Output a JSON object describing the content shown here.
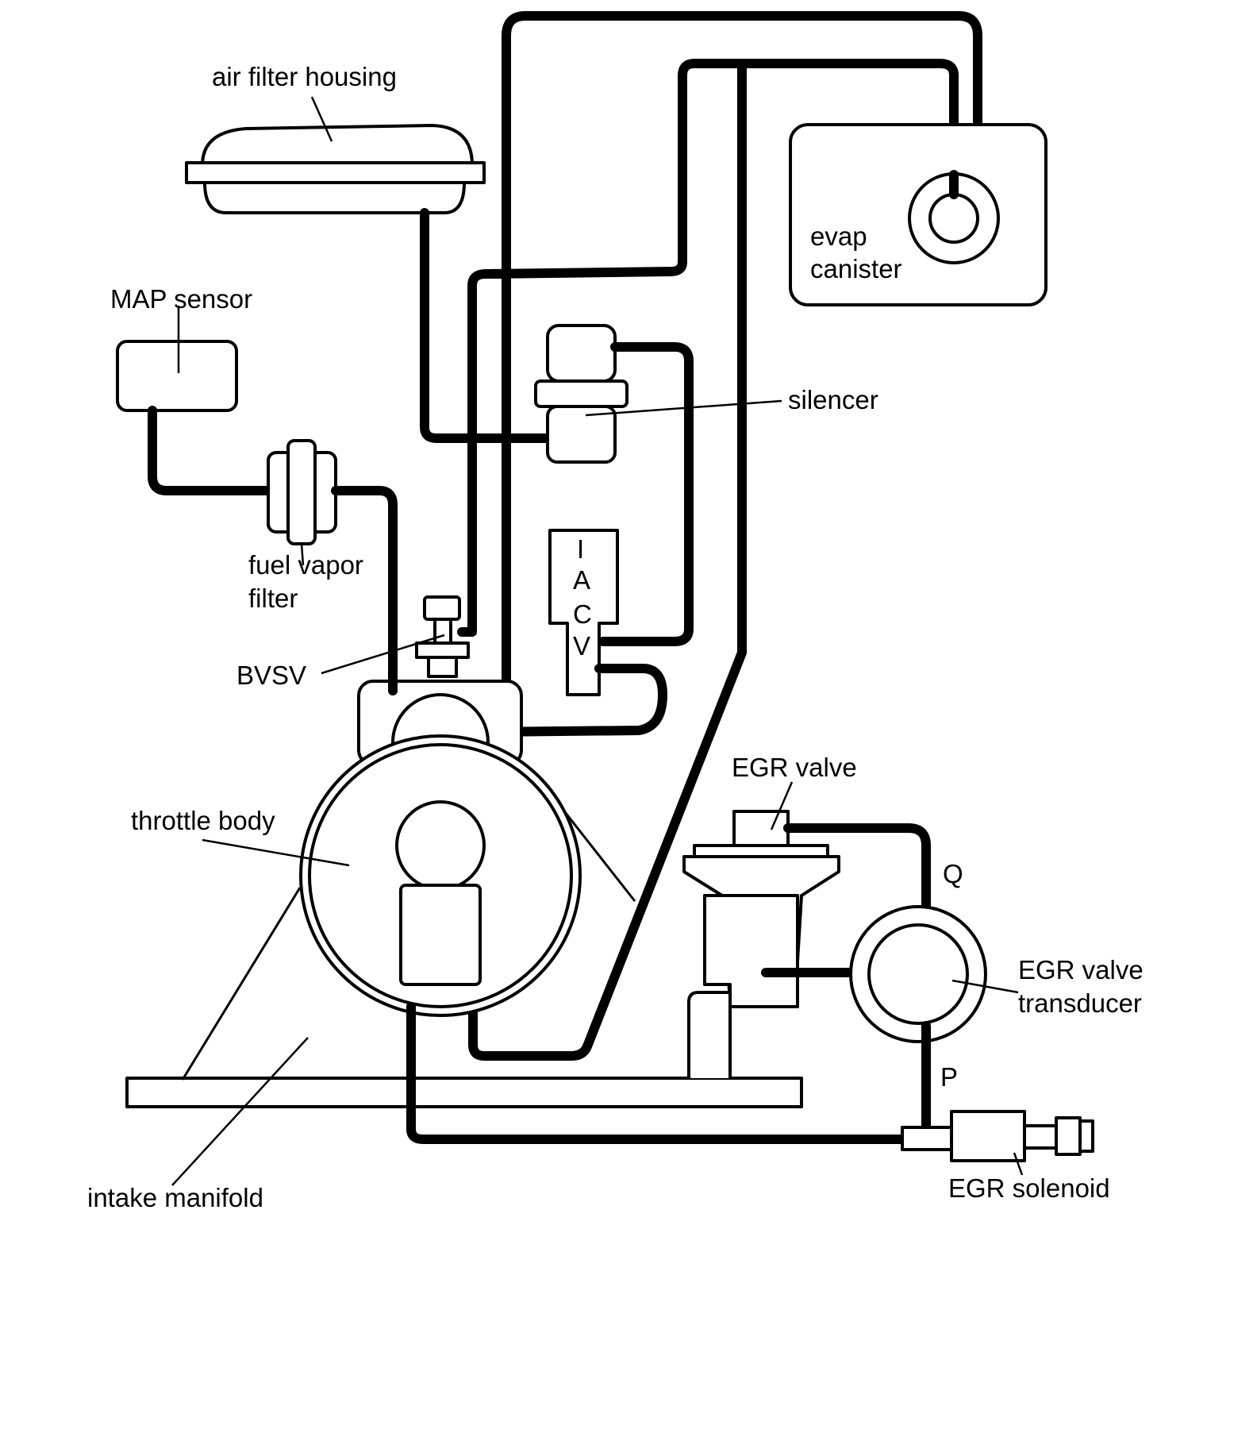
{
  "diagram": {
    "labels": {
      "air_filter_housing": "air filter housing",
      "evap_canister_1": "evap",
      "evap_canister_2": "canister",
      "map_sensor": "MAP sensor",
      "silencer": "silencer",
      "fuel_vapor_filter_1": "fuel vapor",
      "fuel_vapor_filter_2": "filter",
      "iacv_i": "I",
      "iacv_a": "A",
      "iacv_c": "C",
      "iacv_v": "V",
      "bvsv": "BVSV",
      "egr_valve": "EGR valve",
      "throttle_body": "throttle body",
      "port_q": "Q",
      "egr_valve_transducer_1": "EGR valve",
      "egr_valve_transducer_2": "transducer",
      "port_p": "P",
      "egr_solenoid": "EGR solenoid",
      "intake_manifold": "intake manifold"
    }
  }
}
